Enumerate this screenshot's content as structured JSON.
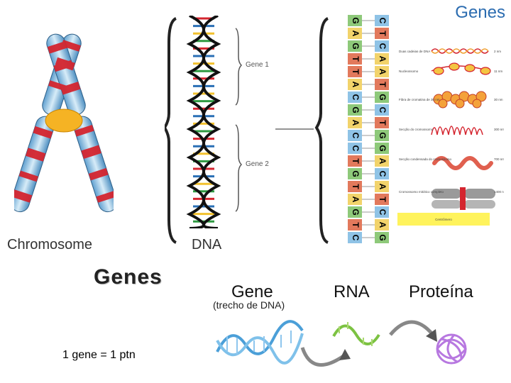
{
  "slide": {
    "title": "Genes"
  },
  "top_panel": {
    "chromosome_label": "Chromosome",
    "dna_label": "DNA",
    "gene_labels": [
      "Gene 1",
      "Gene 2"
    ],
    "strand_left": [
      "G",
      "A",
      "G",
      "T",
      "T",
      "A",
      "C",
      "G",
      "A",
      "C",
      "C",
      "T",
      "G",
      "T",
      "A",
      "G",
      "T",
      "C"
    ],
    "strand_right": [
      "C",
      "T",
      "C",
      "A",
      "A",
      "T",
      "G",
      "C",
      "T",
      "G",
      "G",
      "A",
      "C",
      "A",
      "T",
      "C",
      "A",
      "G"
    ],
    "nucleotide_colors": {
      "A": "#f2d36b",
      "T": "#e2795c",
      "G": "#8ec97a",
      "C": "#8fc3e6"
    },
    "compaction_notes": [
      "Duas cadeias de DNA",
      "Nucleossomo",
      "Fibra de cromatina de 30 nm",
      "Secção do cromossomo",
      "Secção condensada do cromossomo",
      "Cromossomo mitótico completo"
    ],
    "compaction_sizes": [
      "2 nm",
      "11 nm",
      "30 nm",
      "300 nm",
      "700 nm",
      "1400 nm"
    ],
    "compaction_caption": "Centrômero"
  },
  "bottom_panel": {
    "heading": "Genes",
    "flow": [
      "Gene",
      "RNA",
      "Proteína"
    ],
    "gene_subtitle": "(trecho de DNA)",
    "equation": "1 gene = 1 ptn"
  }
}
